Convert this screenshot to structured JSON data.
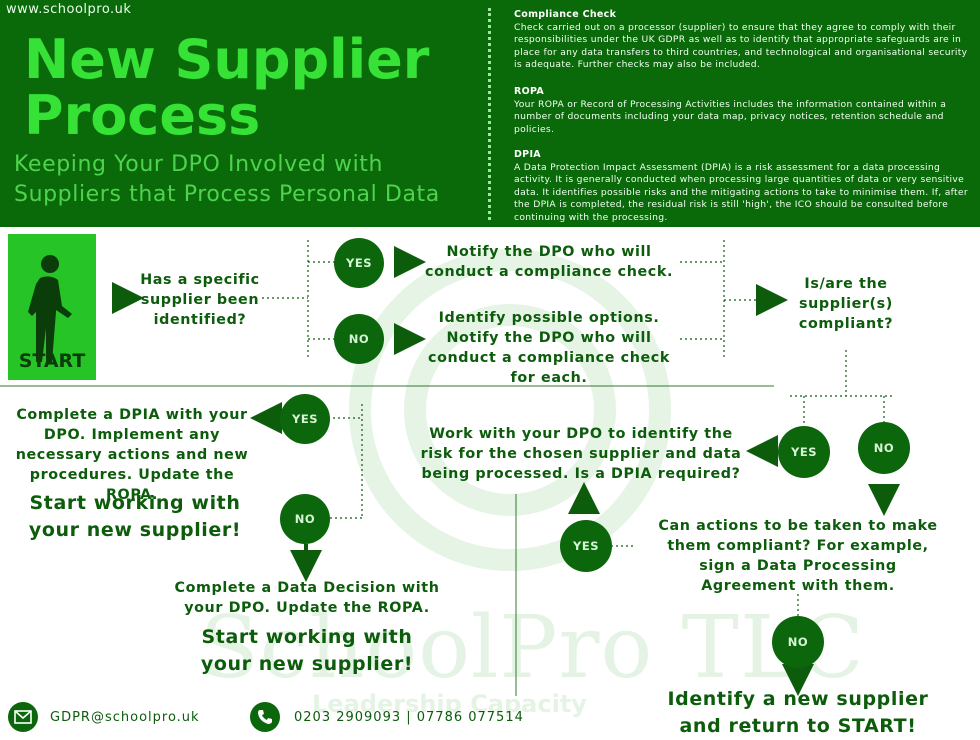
{
  "header": {
    "website": "www.schoolpro.uk",
    "title": "New Supplier Process",
    "subtitle": "Keeping Your DPO Involved with Suppliers that Process Personal Data"
  },
  "definitions": [
    {
      "term": "Compliance Check",
      "text": "Check carried out on a processor (supplier) to ensure that they agree to comply with their responsibilities under the UK GDPR as well as to identify that appropriate safeguards are in place for any data transfers to third countries, and technological and organisational security is adequate. Further checks may also be included."
    },
    {
      "term": "ROPA",
      "text": "Your ROPA or Record of Processing Activities includes the information contained within a number of documents including your data map, privacy notices, retention schedule and policies."
    },
    {
      "term": "DPIA",
      "text": "A Data Protection Impact Assessment (DPIA) is a risk assessment for a data processing activity. It is generally conducted when processing large quantities of data or very sensitive data. It identifies possible risks and the mitigating actions to take to minimise them. If, after the DPIA is completed, the residual risk is still 'high', the ICO should be consulted before continuing with the processing."
    }
  ],
  "flow": {
    "start_label": "START",
    "q_supplier_identified": "Has a specific supplier been identified?",
    "yes": "YES",
    "no": "NO",
    "notify_dpo": "Notify the DPO who will conduct a compliance check.",
    "identify_options": "Identify possible options. Notify the DPO who will conduct a compliance check for each.",
    "q_compliant": "Is/are the supplier(s) compliant?",
    "work_with_dpo": "Work with your DPO to identify the risk for the chosen supplier and data being processed. Is a DPIA required?",
    "complete_dpia": "Complete a DPIA with your DPO. Implement any necessary actions and new procedures. Update the ROPA.",
    "start_working_1": "Start working with your new supplier!",
    "complete_decision": "Complete a Data Decision with your DPO. Update the ROPA.",
    "start_working_2": "Start working with your new supplier!",
    "q_actions": "Can actions to be taken to make them compliant? For example, sign a Data Processing Agreement with them.",
    "new_supplier": "Identify a new supplier and return to START!"
  },
  "contact": {
    "email": "GDPR@schoolpro.uk",
    "phone": "0203 2909093 | 07786 077514",
    "email_icon": "envelope-icon",
    "phone_icon": "phone-icon"
  },
  "watermark": {
    "brand": "SchoolPro TLC",
    "tagline": "Leadership Capacity"
  },
  "colors": {
    "header_bg": "#0a6a0a",
    "title": "#35e235",
    "accent": "#0c660c",
    "start_box": "#27c427"
  }
}
